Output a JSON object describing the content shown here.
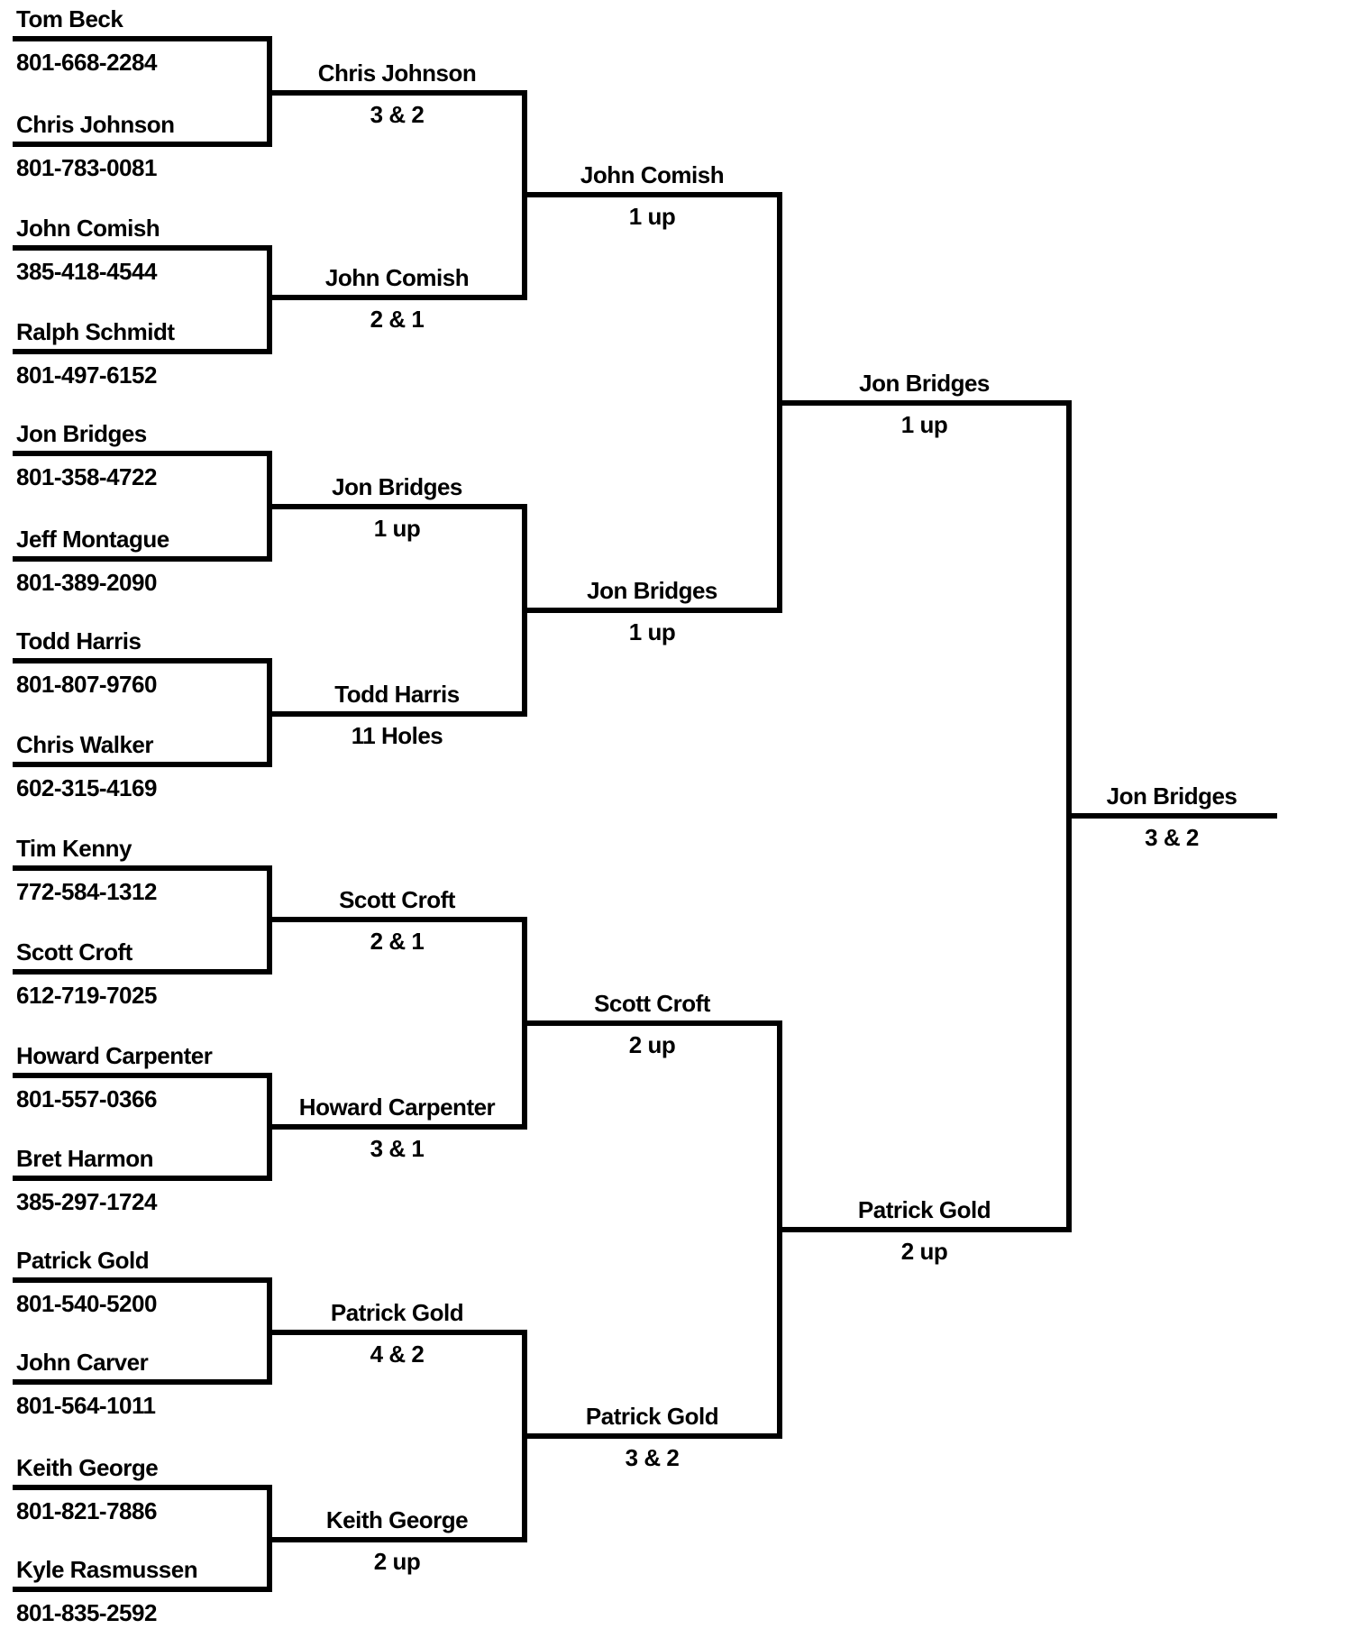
{
  "page": {
    "background": "#ffffff",
    "line_color": "#000000",
    "text_color": "#000000"
  },
  "bracket": {
    "round1": [
      {
        "player1": {
          "name": "Tom Beck",
          "phone": "801-668-2284"
        },
        "player2": {
          "name": "Chris Johnson",
          "phone": "801-783-0081"
        },
        "winner": "Chris Johnson",
        "result": "3 & 2"
      },
      {
        "player1": {
          "name": "John Comish",
          "phone": "385-418-4544"
        },
        "player2": {
          "name": "Ralph Schmidt",
          "phone": "801-497-6152"
        },
        "winner": "John Comish",
        "result": "2 & 1"
      },
      {
        "player1": {
          "name": "Jon Bridges",
          "phone": "801-358-4722"
        },
        "player2": {
          "name": "Jeff Montague",
          "phone": "801-389-2090"
        },
        "winner": "Jon Bridges",
        "result": "1 up"
      },
      {
        "player1": {
          "name": "Todd Harris",
          "phone": "801-807-9760"
        },
        "player2": {
          "name": "Chris Walker",
          "phone": "602-315-4169"
        },
        "winner": "Todd Harris",
        "result": "11 Holes"
      },
      {
        "player1": {
          "name": "Tim Kenny",
          "phone": "772-584-1312"
        },
        "player2": {
          "name": "Scott Croft",
          "phone": "612-719-7025"
        },
        "winner": "Scott Croft",
        "result": "2 & 1"
      },
      {
        "player1": {
          "name": "Howard Carpenter",
          "phone": "801-557-0366"
        },
        "player2": {
          "name": "Bret Harmon",
          "phone": "385-297-1724"
        },
        "winner": "Howard Carpenter",
        "result": "3 & 1"
      },
      {
        "player1": {
          "name": "Patrick Gold",
          "phone": "801-540-5200"
        },
        "player2": {
          "name": "John Carver",
          "phone": "801-564-1011"
        },
        "winner": "Patrick Gold",
        "result": "4 & 2"
      },
      {
        "player1": {
          "name": "Keith George",
          "phone": "801-821-7886"
        },
        "player2": {
          "name": "Kyle Rasmussen",
          "phone": "801-835-2592"
        },
        "winner": "Keith George",
        "result": "2 up"
      }
    ],
    "quarterfinals": [
      {
        "winner": "John Comish",
        "result": "1 up"
      },
      {
        "winner": "Jon Bridges",
        "result": "1 up"
      },
      {
        "winner": "Scott Croft",
        "result": "2 up"
      },
      {
        "winner": "Patrick Gold",
        "result": "3 & 2"
      }
    ],
    "semifinals": [
      {
        "winner": "Jon Bridges",
        "result": "1 up"
      },
      {
        "winner": "Patrick Gold",
        "result": "2 up"
      }
    ],
    "final": {
      "winner": "Jon Bridges",
      "result": "3 & 2"
    }
  }
}
